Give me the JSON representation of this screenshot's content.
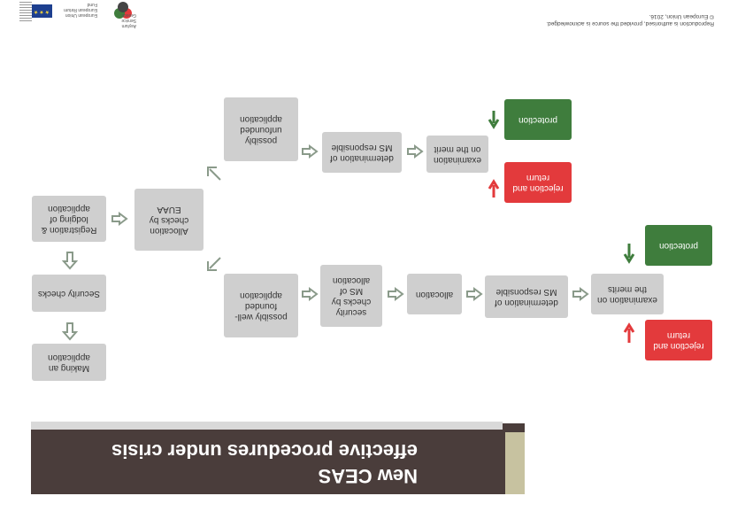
{
  "header": {
    "eu_text": "European Union European Return Fund",
    "partner_text": "Asylum Service Greece",
    "copyright_line1": "Reproduction is authorised, provided the source is acknowledged.",
    "copyright_line2": "© European Union, 2016."
  },
  "title": {
    "line1": "New CEAS",
    "line2": "effective procedures under crisis"
  },
  "flow": {
    "making": "Making an application",
    "security": "Security checks",
    "registration": "Registration & lodging of application",
    "allocation_euaa": "Allocation checks by EUAA",
    "unfounded": "possibly unfounded application",
    "determination_upper": "determination of MS responsible",
    "exam_upper": "examination on the merit",
    "protection_upper": "protection",
    "rejection_upper": "rejection and return",
    "wellfounded": "possibly well-founded application",
    "security_ms": "security checks by MS of allocation",
    "allocation": "allocation",
    "determination_lower": "determination of MS responsible",
    "exam_lower": "examination on the merits",
    "protection_lower": "protection",
    "rejection_lower": "rejection and return"
  },
  "colors": {
    "box_grey": "#cfcfcf",
    "green": "#3f7d3d",
    "red": "#e33a3c",
    "title_band": "#4a3d3b"
  }
}
